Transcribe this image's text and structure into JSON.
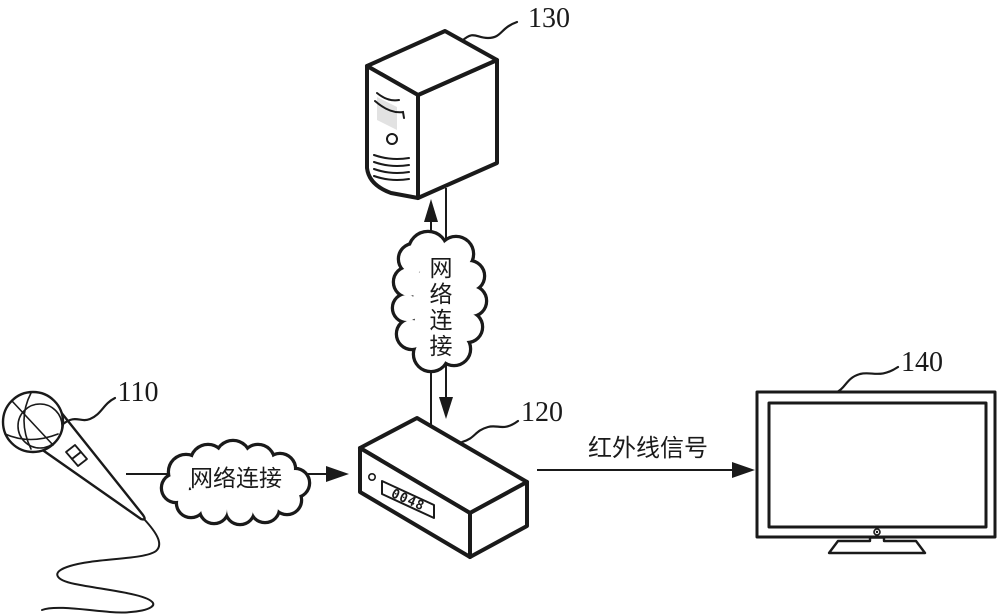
{
  "diagram": {
    "background_color": "#ffffff",
    "line_color": "#1a1a1a",
    "labels": {
      "microphone": "110",
      "set_top_box": "120",
      "server": "130",
      "tv": "140"
    },
    "clouds": {
      "uplink": {
        "text": "网络连接",
        "chars": [
          "网",
          "络",
          "连",
          "接"
        ]
      },
      "access": {
        "text": "网络连接"
      }
    },
    "infrared": {
      "text": "红外线信号"
    },
    "set_top_box_display": "0048"
  }
}
